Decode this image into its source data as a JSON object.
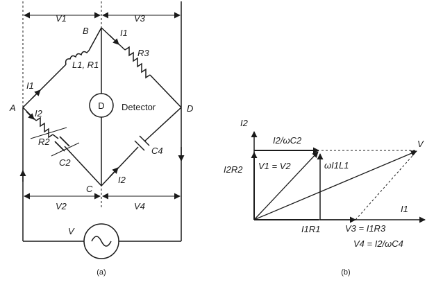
{
  "panel_a": {
    "caption": "(a)",
    "nodes": {
      "A": "A",
      "B": "B",
      "C": "C",
      "D": "D"
    },
    "voltages": {
      "v1": "V1",
      "v2": "V2",
      "v3": "V3",
      "v4": "V4"
    },
    "source": "V",
    "currents": {
      "i1_left": "I1",
      "i1_right": "I1",
      "i2_left": "I2",
      "i2_right": "I2"
    },
    "components": {
      "l1r1": "L1, R1",
      "r3": "R3",
      "r2": "R2",
      "c2": "C2",
      "c4": "C4",
      "detector_symbol": "D",
      "detector_label": "Detector"
    }
  },
  "panel_b": {
    "caption": "(b)",
    "axis_y": "I2",
    "axis_x": "I1",
    "labels": {
      "i2_wc2": "I2/ωC2",
      "v": "V",
      "v1_eq_v2": "V1 = V2",
      "wl1l1": "ωI1L1",
      "i2r2": "I2R2",
      "i1r1": "I1R1",
      "v3_eq": "V3 = I1R3",
      "v4_eq": "V4 = I2/ωC4"
    }
  }
}
